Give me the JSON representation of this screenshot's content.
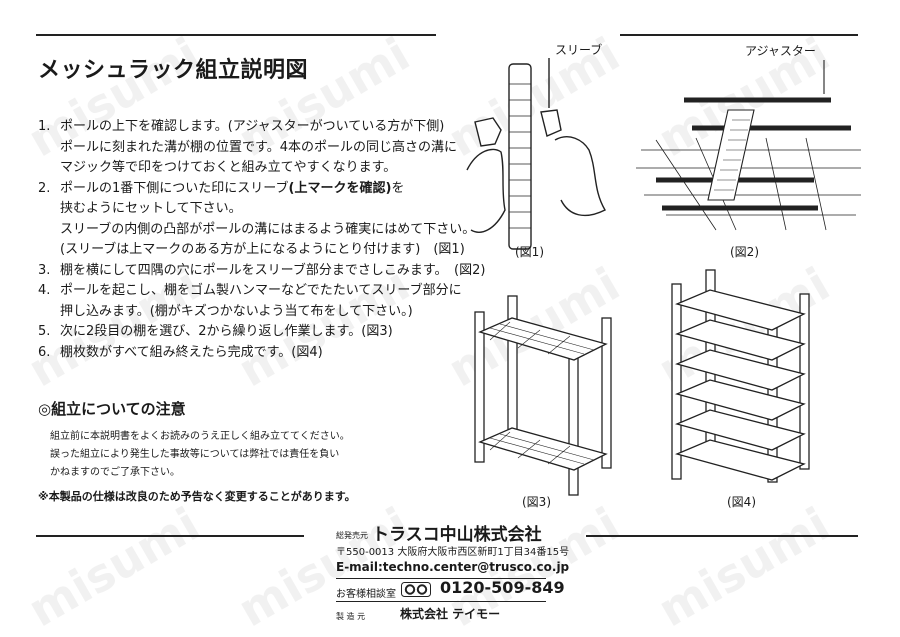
{
  "title": "メッシュラック組立説明図",
  "steps": [
    {
      "num": "1.",
      "lines": [
        "ポールの上下を確認します。(アジャスターがついている方が下側)",
        "ポールに刻まれた溝が棚の位置です。4本のポールの同じ高さの溝に",
        "マジック等で印をつけておくと組み立てやすくなります。"
      ]
    },
    {
      "num": "2.",
      "lines_pre": "ポールの1番下側についた印にスリーブ",
      "lines_bold": "(上マークを確認)",
      "lines_post": "を",
      "lines": [
        "挟むようにセットして下さい。",
        "スリーブの内側の凸部がポールの溝にはまるよう確実にはめて下さい。",
        "(スリーブは上マークのある方が上になるようにとり付けます)　(図1)"
      ]
    },
    {
      "num": "3.",
      "lines": [
        "棚を横にして四隅の穴にポールをスリーブ部分までさしこみます。　(図2)"
      ]
    },
    {
      "num": "4.",
      "lines": [
        "ポールを起こし、棚をゴム製ハンマーなどでたたいてスリーブ部分に",
        "押し込みます。(棚がキズつかないよう当て布をして下さい。)"
      ]
    },
    {
      "num": "5.",
      "lines": [
        "次に2段目の棚を選び、2から繰り返し作業します。(図3)"
      ]
    },
    {
      "num": "6.",
      "lines": [
        "棚枚数がすべて組み終えたら完成です。(図4)"
      ]
    }
  ],
  "notice": {
    "heading": "◎組立についての注意",
    "lines": [
      "組立前に本説明書をよくお読みのうえ正しく組み立ててください。",
      "誤った組立により発生した事故等については弊社では責任を負い",
      "かねますのでご了承下さい。"
    ]
  },
  "spec_note": "※本製品の仕様は改良のため予告なく変更することがあります。",
  "figures": {
    "fig1_caption": "(図1)",
    "fig2_caption": "(図2)",
    "fig3_caption": "(図3)",
    "fig4_caption": "(図4)",
    "sleeve_label": "スリーブ",
    "adjuster_label": "アジャスター"
  },
  "footer": {
    "distributor_tag": "総発売元",
    "distributor": "トラスコ中山株式会社",
    "address": "〒550-0013 大阪府大阪市西区新町1丁目34番15号",
    "email": "E-mail:techno.center@trusco.co.jp",
    "consult_label": "お客様相談室",
    "phone": "0120-509-849",
    "maker_tag": "製 造 元",
    "maker": "株式会社 テイモー"
  },
  "watermark": "misumi",
  "colors": {
    "text": "#1a1a1a",
    "watermark": "#969696"
  }
}
